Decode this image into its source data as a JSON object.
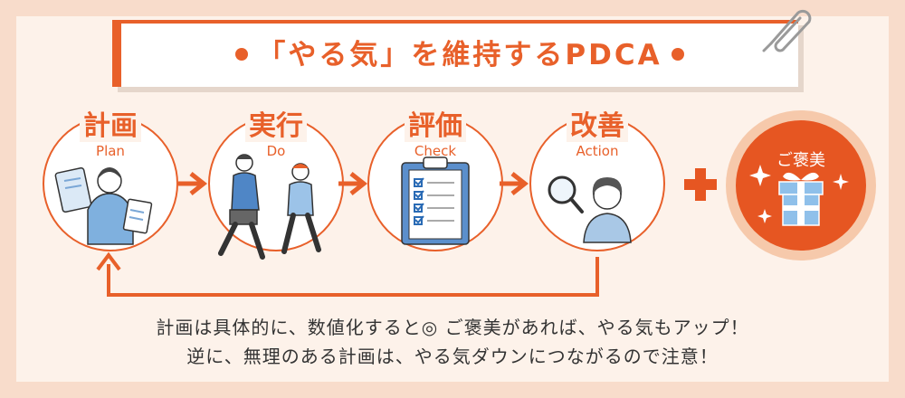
{
  "title": "「やる気」を維持するPDCA",
  "steps": [
    {
      "title": "計画",
      "sub": "Plan"
    },
    {
      "title": "実行",
      "sub": "Do"
    },
    {
      "title": "評価",
      "sub": "Check"
    },
    {
      "title": "改善",
      "sub": "Action"
    }
  ],
  "reward": {
    "label": "ご褒美"
  },
  "caption": {
    "line1": "計画は具体的に、数値化すると◎ ご褒美があれば、やる気もアップ！",
    "line2": "逆に、無理のある計画は、やる気ダウンにつながるので注意！"
  },
  "colors": {
    "accent": "#e8602a",
    "reward": "#e65622",
    "background": "#fdf2ea",
    "frame": "#f8dccb"
  }
}
